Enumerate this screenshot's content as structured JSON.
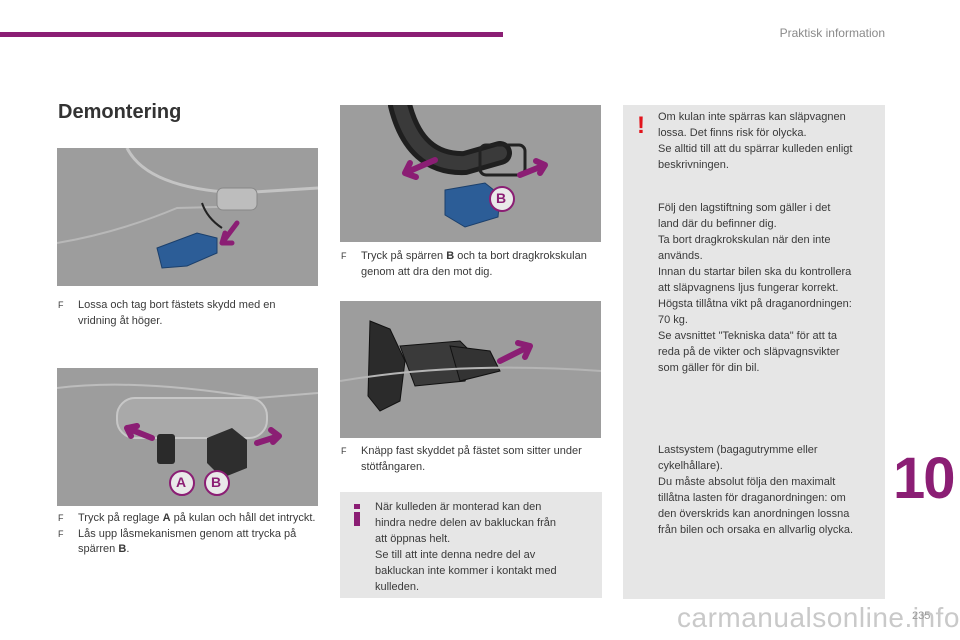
{
  "header": {
    "section_label": "Praktisk information"
  },
  "title": "Demontering",
  "figures": {
    "fig1": {
      "description_icon": "tow-ball-cover-rotate-icon"
    },
    "fig2": {
      "description_icon": "lock-lever-ab-icon",
      "label_a": "A",
      "label_b": "B"
    },
    "fig3": {
      "description_icon": "button-b-remove-icon",
      "label_b": "B"
    },
    "fig4": {
      "description_icon": "cover-clip-icon"
    }
  },
  "steps": {
    "step1": {
      "bullet": "F",
      "text": "Lossa och tag bort fästets skydd med en vridning åt höger."
    },
    "step2": {
      "bullet": "F",
      "pre": "Tryck på reglage ",
      "bold": "A",
      "post": " på kulan och håll det intryckt."
    },
    "step3": {
      "bullet": "F",
      "pre": "Lås upp låsmekanismen genom att trycka på spärren ",
      "bold": "B",
      "post": "."
    },
    "step4": {
      "bullet": "F",
      "pre": "Tryck på spärren ",
      "bold": "B",
      "post": " och ta bort dragkrokskulan genom att dra den mot dig."
    },
    "step5": {
      "bullet": "F",
      "text": "Knäpp fast skyddet på fästet som sitter under stötfångaren."
    }
  },
  "info_box": {
    "icon": "info-icon",
    "text": "När kulleden är monterad kan den\nhindra nedre delen av bakluckan från\natt öppnas helt.\nSe till att inte denna nedre del av\nbakluckan inte kommer i kontakt med\nkulleden."
  },
  "warning_box": {
    "icon": "exclamation-icon",
    "para1": "Om kulan inte spärras kan släpvagnen\nlossa. Det finns risk för olycka.\nSe alltid till att du spärrar kulleden enligt\nbeskrivningen.",
    "para2": "Följ den lagstiftning som gäller i det\nland där du befinner dig.\nTa bort dragkrokskulan när den inte\nanvänds.\nInnan du startar bilen ska du kontrollera\natt släpvagnens ljus fungerar korrekt.\nHögsta tillåtna vikt på draganordningen:\n70 kg.\nSe avsnittet \"Tekniska data\" för att ta\nreda på de vikter och släpvagnsvikter\nsom gäller för din bil.",
    "para3": "Lastsystem (bagagutrymme eller\ncykelhållare).\nDu måste absolut följa den maximalt\ntillåtna lasten för draganordningen: om\nden överskrids kan anordningen lossna\nfrån bilen och orsaka en allvarlig olycka."
  },
  "chapter_number": "10",
  "page_number": "235",
  "watermark": "carmanualsonline.info",
  "colors": {
    "accent": "#8b1e74",
    "warning": "#e2141c",
    "figure_bg": "#9e9e9e",
    "box_bg": "#e6e6e6",
    "part_blue": "#2c5d97"
  }
}
